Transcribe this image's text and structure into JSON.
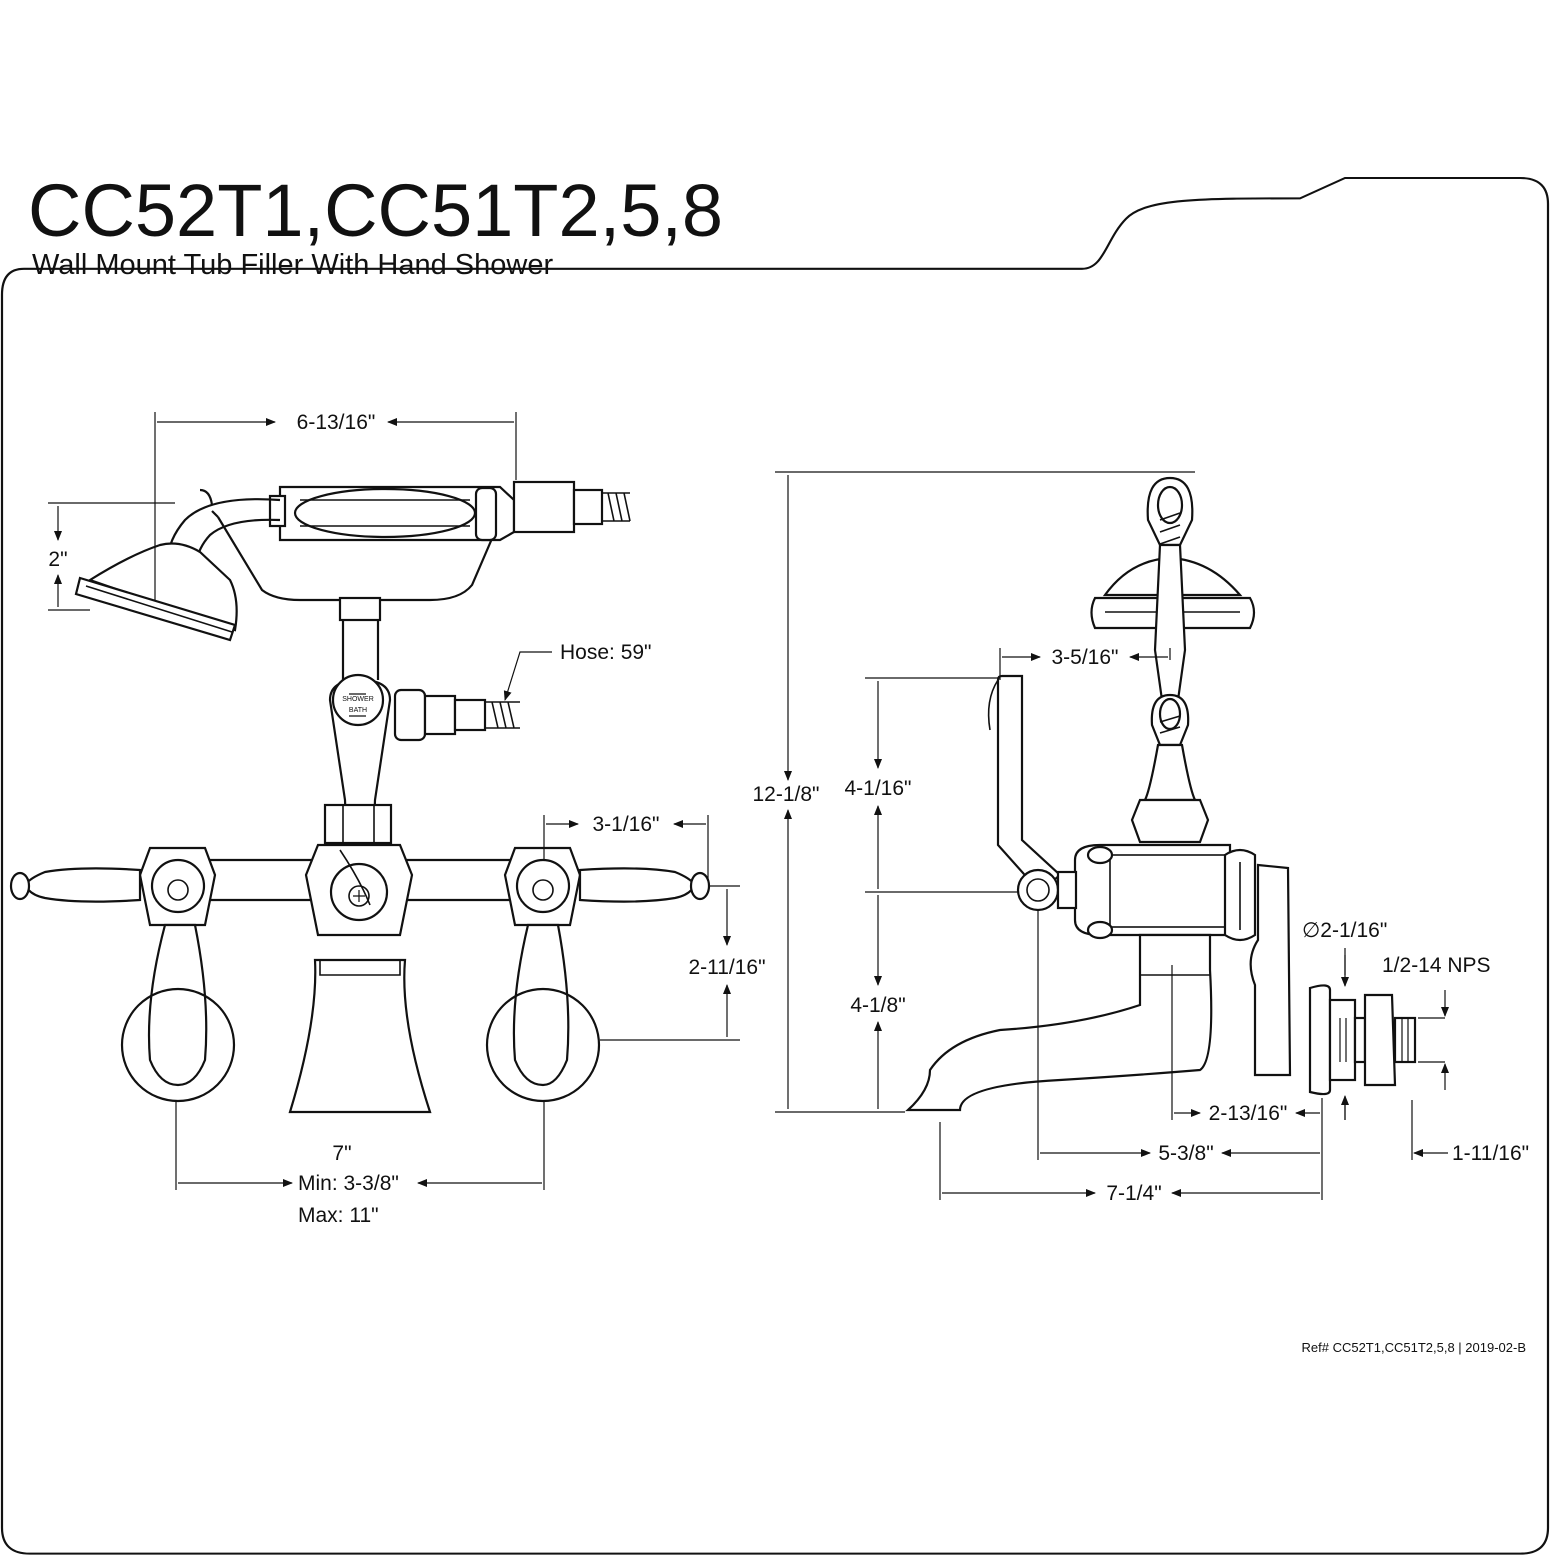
{
  "header": {
    "model": "CC52T1,CC51T2,5,8",
    "description": "Wall Mount Tub Filler With Hand Shower"
  },
  "footer": {
    "reference": "Ref# CC52T1,CC51T2,5,8 | 2019-02-B"
  },
  "valve_label": {
    "top": "SHOWER",
    "bottom": "BATH"
  },
  "front_view": {
    "shower_width": "6-13/16\"",
    "shower_head_height": "2\"",
    "hose": "Hose: 59\"",
    "handle_reach": "3-1/16\"",
    "handle_height": "2-11/16\"",
    "center_spacing": "7\"",
    "spacing_min": "Min: 3-3/8\"",
    "spacing_max": "Max: 11\""
  },
  "side_view": {
    "total_height": "12-1/8\"",
    "hook_offset": "3-5/16\"",
    "upper_height": "4-1/16\"",
    "lower_height": "4-1/8\"",
    "flange_diameter": "∅2-1/16\"",
    "thread": "1/2-14 NPS",
    "spout_offset": "2-13/16\"",
    "body_projection": "5-3/8\"",
    "spout_projection": "7-1/4\"",
    "inlet_length": "1-11/16\""
  },
  "colors": {
    "line": "#111111",
    "background": "#ffffff"
  }
}
